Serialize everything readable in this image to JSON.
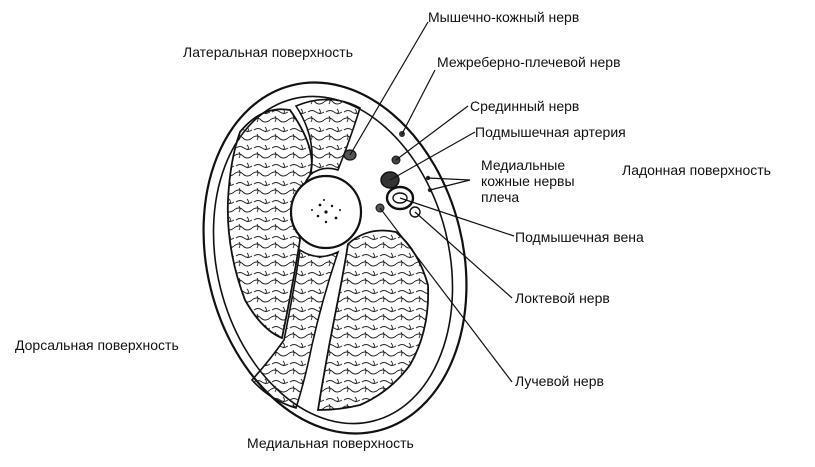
{
  "diagram": {
    "labels": {
      "musculocutaneous_nerve": "Мышечно-кожный нерв",
      "lateral_surface": "Латеральная поверхность",
      "intercostobrachial_nerve": "Межреберно-плечевой нерв",
      "median_nerve": "Срединный нерв",
      "axillary_artery": "Подмышечная артерия",
      "medial_cutaneous_nerves_1": "Медиальные",
      "medial_cutaneous_nerves_2": "кожные нервы",
      "medial_cutaneous_nerves_3": "плеча",
      "palmar_surface": "Ладонная поверхность",
      "axillary_vein": "Подмышечная вена",
      "ulnar_nerve": "Локтевой нерв",
      "dorsal_surface": "Дорсальная поверхность",
      "radial_nerve": "Лучевой нерв",
      "medial_surface": "Медиальная поверхность"
    }
  }
}
